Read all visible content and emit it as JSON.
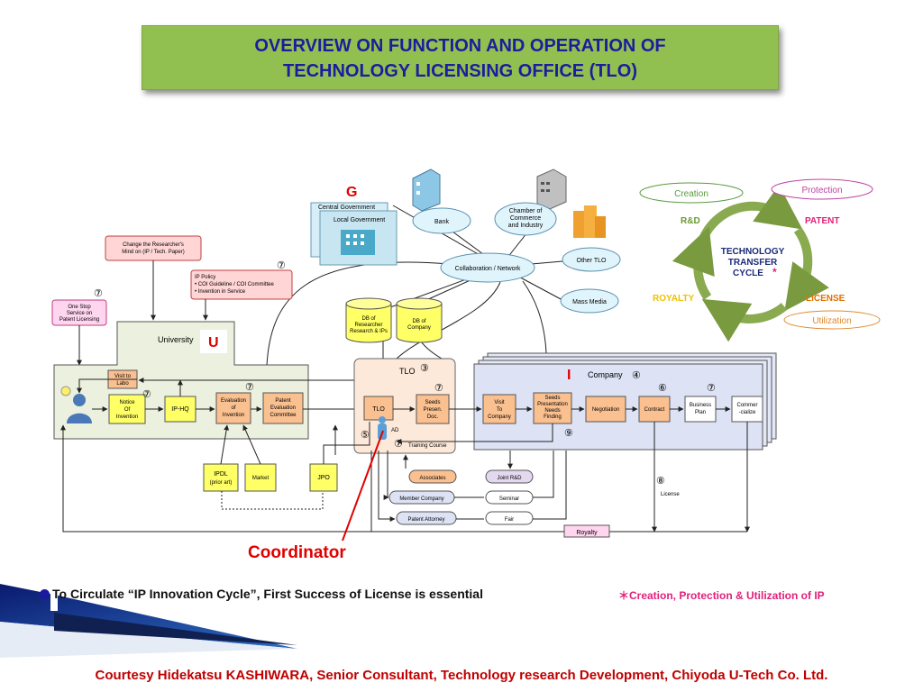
{
  "title": {
    "line1": "OVERVIEW ON FUNCTION AND OPERATION  OF",
    "line2": "TECHNOLOGY LICENSING OFFICE (TLO)"
  },
  "labels": {
    "g_letter": "G",
    "central_gov": "Central Government",
    "local_gov": "Local Government",
    "bank": "Bank",
    "chamber": [
      "Chamber of",
      "Commerce",
      "and Industry"
    ],
    "other_tlo": "Other TLO",
    "collab": "Collaboration / Network",
    "mass_media": "Mass Media",
    "db_researcher": [
      "DB of",
      "Researcher",
      "Research & IPs"
    ],
    "db_company": [
      "DB of",
      "Company"
    ],
    "change_researcher": [
      "Change the Researcher's",
      "Mind on (IP / Tech. Paper)"
    ],
    "ip_policy": [
      "IP Policy",
      "• COI Guideline / COI Committee",
      "• Invention in Service"
    ],
    "one_stop": [
      "One Stop",
      "Service on",
      "Patent Licensing"
    ],
    "university": "University",
    "u_letter": "U",
    "visit_labo": [
      "Visit to",
      "Labo"
    ],
    "notice": [
      "Notice",
      "Of",
      "Invention"
    ],
    "iphq": "IP-HQ",
    "evaluation": [
      "Evaluation",
      "of",
      "Invention"
    ],
    "patent_eval": [
      "Patent",
      "Evaluation",
      "Committee"
    ],
    "tlo_label": "TLO",
    "tlo_box": "TLO",
    "ad": "AD",
    "seeds_presen": [
      "Seeds",
      "Presen.",
      "Doc."
    ],
    "training": "Training Course",
    "i_letter": "I",
    "company": "Company",
    "visit_company": [
      "Visit",
      "To",
      "Company"
    ],
    "seeds_needs": [
      "Seeds",
      "Presentation",
      "Needs",
      "Finding"
    ],
    "negotiation": "Negotiation",
    "contract": "Contract",
    "business_plan": [
      "Business",
      "Plan"
    ],
    "commercialize": [
      "Commer",
      "-cialize"
    ],
    "ipdl": [
      "IPDL",
      "(prior art)"
    ],
    "market": "Market",
    "jpo": "JPO",
    "associates": "Associates",
    "member_company": "Member Company",
    "patent_attorney": "Patent Attorney",
    "joint_rd": "Joint R&D",
    "seminar": "Seminar",
    "fair": "Fair",
    "license": "License",
    "royalty_box": "Royalty",
    "coordinator": "Coordinator",
    "num3": "③",
    "num4": "④",
    "num5": "⑤",
    "num6": "⑥",
    "num7": "⑦",
    "num8": "⑧",
    "num9": "⑨"
  },
  "cycle": {
    "center": [
      "TECHNOLOGY",
      "TRANSFER",
      "CYCLE"
    ],
    "star": "*",
    "creation": "Creation",
    "protection": "Protection",
    "utilization": "Utilization",
    "rd": "R&D",
    "patent": "PATENT",
    "royalty": "ROYALTY",
    "license": "LICENSE"
  },
  "footer": {
    "bullet": "To Circulate “IP Innovation Cycle”, First Success of License is essential",
    "note": "＊Creation, Protection & Utilization of IP",
    "credit": "Courtesy Hidekatsu KASHIWARA, Senior Consultant, Technology research Development, Chiyoda U-Tech Co. Ltd."
  },
  "colors": {
    "title_bg": "#92c050",
    "title_text": "#1c1c9e",
    "node_orange": "#fac090",
    "node_yellow": "#ffff66",
    "pink_box": "#ffd5d5",
    "ellipse_fill": "#e0f4fc",
    "company_bg": "#dde2f4",
    "university_bg": "#ebf1de",
    "coordinator": "#e00000"
  }
}
